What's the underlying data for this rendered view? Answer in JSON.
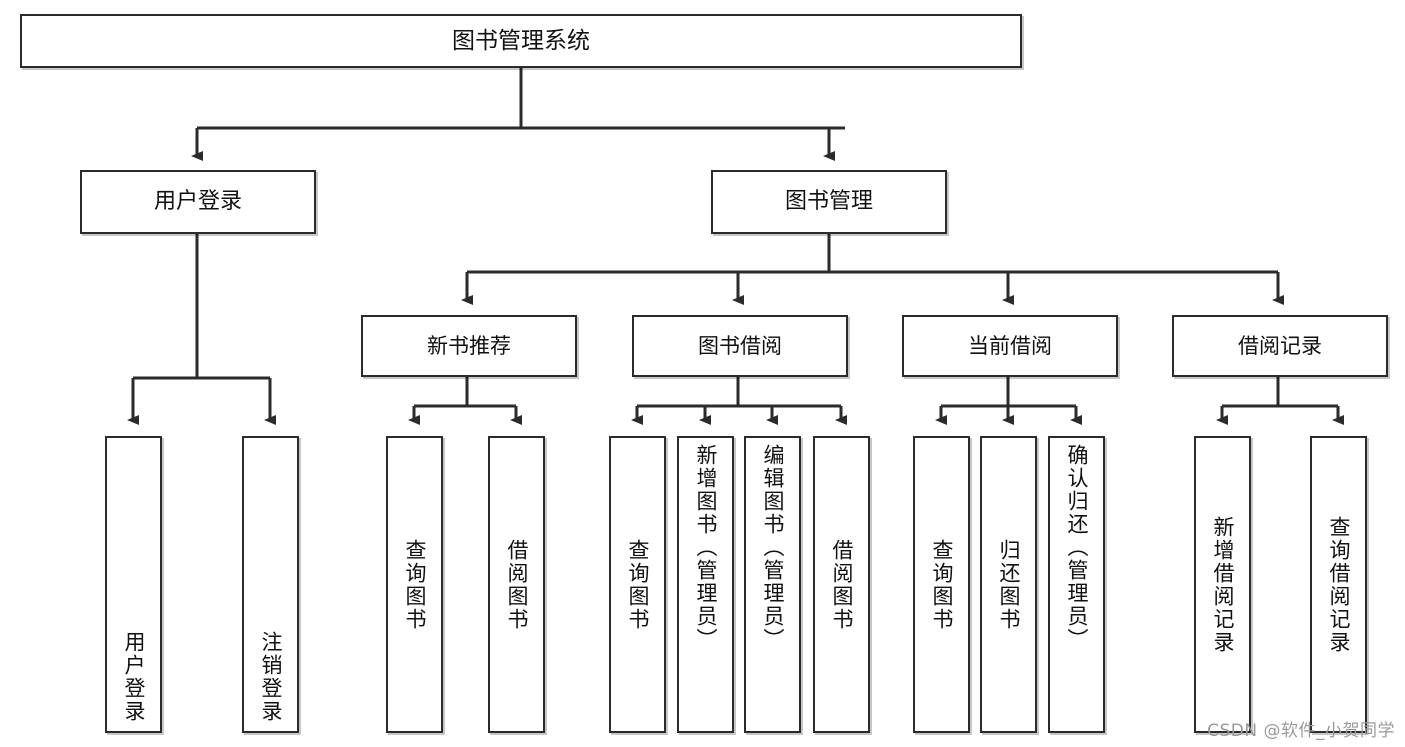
{
  "diagram": {
    "title": "图书管理系统",
    "type": "tree-hierarchy-diagram",
    "watermark": "CSDN @软件_小贺同学",
    "colors": {
      "box_border": "#2b2b2b",
      "box_fill": "#ffffff",
      "connector": "#2b2b2b",
      "text": "#111111",
      "watermark": "#9a9a9a"
    },
    "nodes": {
      "root": {
        "label": "图书管理系统"
      },
      "level2": [
        {
          "id": "user-login",
          "label": "用户登录"
        },
        {
          "id": "book-manage",
          "label": "图书管理"
        }
      ],
      "level3": [
        {
          "id": "new-book-recommend",
          "label": "新书推荐"
        },
        {
          "id": "book-borrow",
          "label": "图书借阅"
        },
        {
          "id": "current-borrow",
          "label": "当前借阅"
        },
        {
          "id": "borrow-record",
          "label": "借阅记录"
        }
      ],
      "leaves": {
        "user-login": [
          {
            "id": "leaf-user-login",
            "label": "用户登录"
          },
          {
            "id": "leaf-logout-login",
            "label": "注销登录"
          }
        ],
        "new-book-recommend": [
          {
            "id": "leaf-query-book-1",
            "label": "查询图书"
          },
          {
            "id": "leaf-borrow-book-1",
            "label": "借阅图书"
          }
        ],
        "book-borrow": [
          {
            "id": "leaf-query-book-2",
            "label": "查询图书"
          },
          {
            "id": "leaf-add-book-admin",
            "label": "新增图书（管理员）"
          },
          {
            "id": "leaf-edit-book-admin",
            "label": "编辑图书（管理员）"
          },
          {
            "id": "leaf-borrow-book-2",
            "label": "借阅图书"
          }
        ],
        "current-borrow": [
          {
            "id": "leaf-query-book-3",
            "label": "查询图书"
          },
          {
            "id": "leaf-return-book",
            "label": "归还图书"
          },
          {
            "id": "leaf-confirm-return-admin",
            "label": "确认归还（管理员）"
          }
        ],
        "borrow-record": [
          {
            "id": "leaf-add-borrow-record",
            "label": "新增借阅记录"
          },
          {
            "id": "leaf-query-borrow-record",
            "label": "查询借阅记录"
          }
        ]
      }
    }
  }
}
